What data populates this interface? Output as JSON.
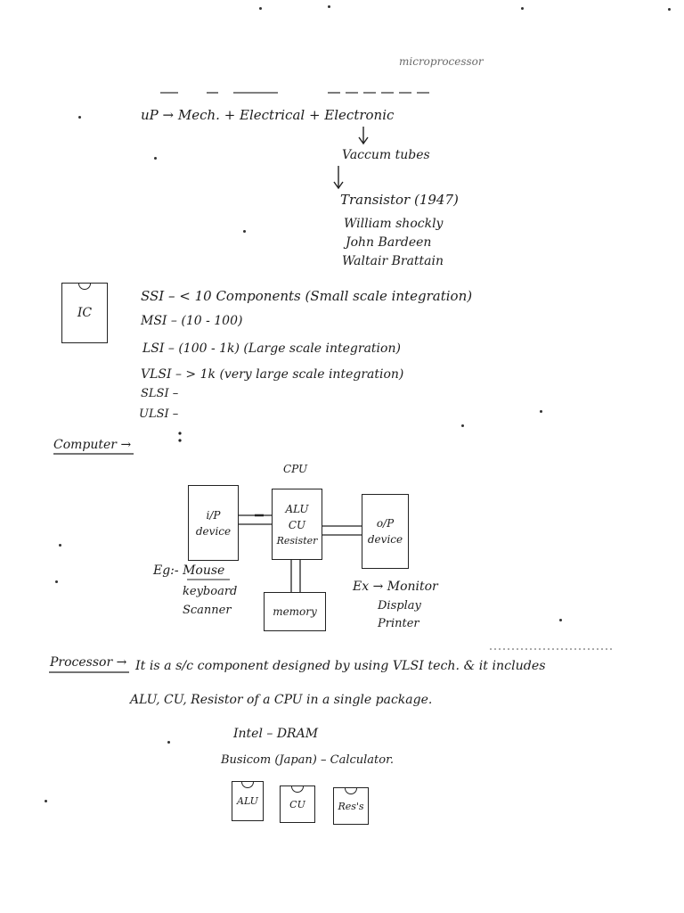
{
  "header": {
    "topic": "microprocessor"
  },
  "history": {
    "line1": "uP → Mech. + Electrical + Electronic",
    "stage2": "Vaccum tubes",
    "stage3": "Transistor (1947)",
    "inventors": [
      "William shockly",
      "John Bardeen",
      "Waltair Brattain"
    ]
  },
  "integration": {
    "ic_label": "IC",
    "levels": [
      "SSI – < 10 Components (Small scale integration)",
      "MSI – (10 - 100)",
      "LSI – (100 - 1k) (Large scale integration)",
      "VLSI – > 1k (very large scale integration)",
      "SLSI –",
      "ULSI –"
    ]
  },
  "computer": {
    "heading": "Computer →",
    "cpu_label": "CPU",
    "input_box": [
      "i/P",
      "device"
    ],
    "cpu_box": [
      "ALU",
      "CU",
      "Resister"
    ],
    "output_box": [
      "o/P",
      "device"
    ],
    "memory_box": "memory",
    "input_examples": [
      "Eg:- Mouse",
      "keyboard",
      "Scanner"
    ],
    "output_examples": [
      "Ex → Monitor",
      "Display",
      "Printer"
    ]
  },
  "processor": {
    "heading": "Processor →",
    "line1": "It is a s/c component designed by using VLSI tech. & it includes",
    "line2": "ALU, CU, Resistor of a CPU in a single package.",
    "intel": "Intel – DRAM",
    "busicom": "Busicom (Japan) – Calculator.",
    "chips": [
      "ALU",
      "CU",
      "Res's"
    ]
  }
}
